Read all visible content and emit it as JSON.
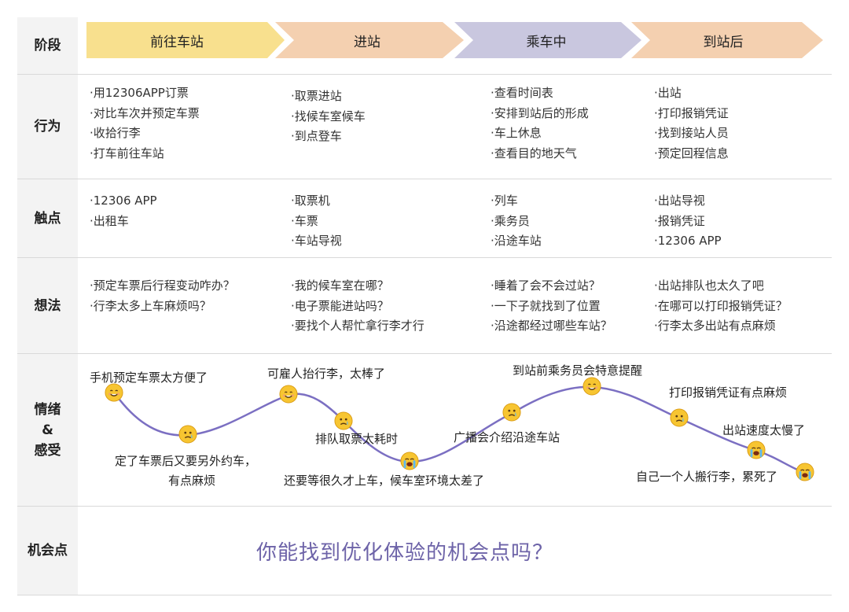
{
  "rows": {
    "stage": "阶段",
    "behavior": "行为",
    "touchpoint": "触点",
    "thought": "想法",
    "emotion": [
      "情绪",
      "&",
      "感受"
    ],
    "opportunity": "机会点"
  },
  "stages": [
    {
      "label": "前往车站",
      "color": "#f8e08e"
    },
    {
      "label": "进站",
      "color": "#f4d0b0"
    },
    {
      "label": "乘车中",
      "color": "#c9c7df"
    },
    {
      "label": "到站后",
      "color": "#f4d0b0"
    }
  ],
  "behavior": [
    [
      "·用12306APP订票",
      "·对比车次并预定车票",
      "·收拾行李",
      "·打车前往车站"
    ],
    [
      "·取票进站",
      "·找候车室候车",
      "·到点登车"
    ],
    [
      "·查看时间表",
      "·安排到站后的形成",
      "·车上休息",
      "·查看目的地天气"
    ],
    [
      "·出站",
      "·打印报销凭证",
      "·找到接站人员",
      "·预定回程信息"
    ]
  ],
  "touchpoint": [
    [
      "·12306 APP",
      "·出租车"
    ],
    [
      "·取票机",
      "·车票",
      "·车站导视"
    ],
    [
      "·列车",
      "·乘务员",
      "·沿途车站"
    ],
    [
      "·出站导视",
      "·报销凭证",
      "·12306 APP"
    ]
  ],
  "thought": [
    [
      "·预定车票后行程变动咋办？",
      "·行李太多上车麻烦吗？"
    ],
    [
      "·我的候车室在哪？",
      "·电子票能进站吗？",
      "·要找个人帮忙拿行李才行"
    ],
    [
      "·睡着了会不会过站？",
      "·一下子就找到了位置",
      "·沿途都经过哪些车站？"
    ],
    [
      "·出站排队也太久了吧",
      "·在哪可以打印报销凭证？",
      "·行李太多出站有点麻烦"
    ]
  ],
  "emotion_points": [
    {
      "text": "手机预定车票太方便了",
      "face": "happy"
    },
    {
      "text": "定了车票后又要另外约车，",
      "text2": "有点麻烦",
      "face": "sad"
    },
    {
      "text": "可雇人抬行李，太棒了",
      "face": "happy"
    },
    {
      "text": "排队取票太耗时",
      "face": "sad"
    },
    {
      "text": "还要等很久才上车，候车室环境太差了",
      "face": "cry"
    },
    {
      "text": "广播会介绍沿途车站",
      "face": "sad"
    },
    {
      "text": "到站前乘务员会特意提醒",
      "face": "happy"
    },
    {
      "text": "打印报销凭证有点麻烦",
      "face": "sad"
    },
    {
      "text": "出站速度太慢了",
      "face": "cry"
    },
    {
      "text": "自己一个人搬行李，累死了",
      "face": "cry"
    }
  ],
  "curve_color": "#7b6fc2",
  "opportunity_text": "你能找到优化体验的机会点吗？"
}
